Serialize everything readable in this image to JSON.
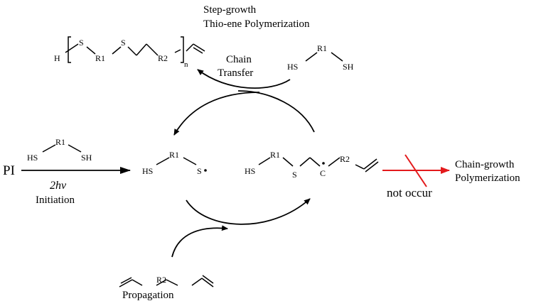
{
  "header": {
    "title_line1": "Step-growth",
    "title_line2": "Thio-ene Polymerization"
  },
  "polymer": {
    "h": "H",
    "s1": "S",
    "r1": "R1",
    "s2": "S",
    "r2": "R2",
    "n": "n"
  },
  "chain_transfer": {
    "line1": "Chain",
    "line2": "Transfer"
  },
  "dithiol_top": {
    "hs": "HS",
    "r1": "R1",
    "sh": "SH"
  },
  "initiation": {
    "pi": "PI",
    "dithiol": {
      "hs": "HS",
      "r1": "R1",
      "sh": "SH"
    },
    "energy": "2hv",
    "label": "Initiation"
  },
  "thiyl_radical": {
    "hs": "HS",
    "r1": "R1",
    "s": "S"
  },
  "carbon_radical": {
    "hs": "HS",
    "r1": "R1",
    "s": "S",
    "c": "C",
    "r2": "R2"
  },
  "side_reaction": {
    "not_occur": "not occur",
    "line1": "Chain-growth",
    "line2": "Polymerization"
  },
  "diene": {
    "r2": "R2"
  },
  "propagation": {
    "label": "Propagation"
  },
  "colors": {
    "ink": "#000000",
    "blocked": "#e31a1c"
  }
}
